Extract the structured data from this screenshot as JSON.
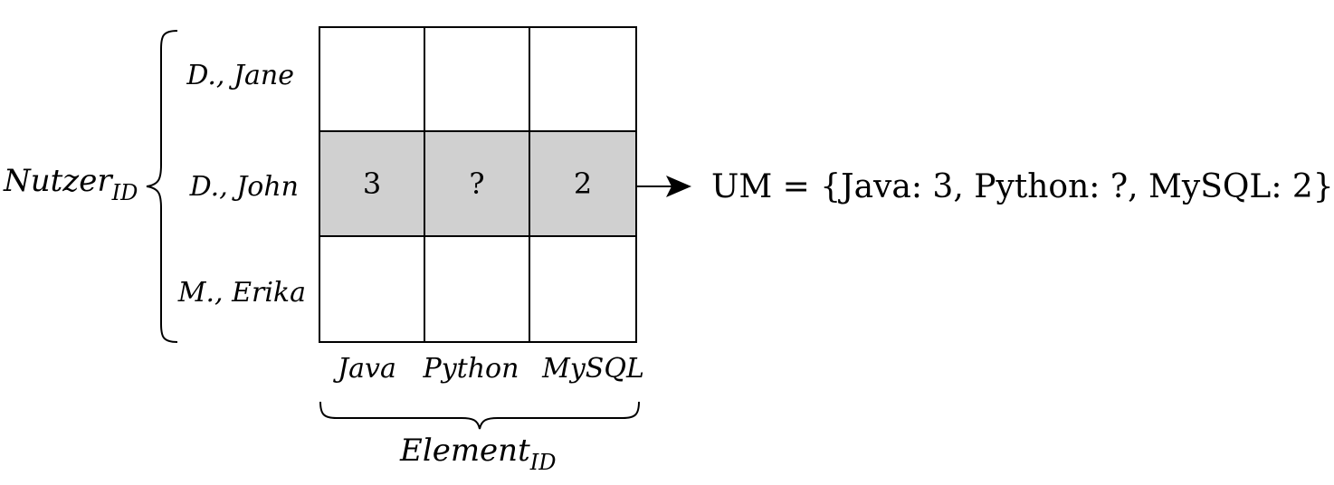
{
  "y_axis": {
    "title": "Nutzer",
    "subscript": "ID",
    "rows": [
      "D., Jane",
      "D., John",
      "M., Erika"
    ]
  },
  "x_axis": {
    "title": "Element",
    "subscript": "ID",
    "columns": [
      "Java",
      "Python",
      "MySQL"
    ]
  },
  "matrix": {
    "highlighted_row": 1,
    "highlight_color": "#d0d0d0",
    "cells": [
      [
        "",
        "",
        ""
      ],
      [
        "3",
        "?",
        "2"
      ],
      [
        "",
        "",
        ""
      ]
    ]
  },
  "result": {
    "text": "UM = {Java: 3, Python: ?, MySQL: 2}"
  }
}
